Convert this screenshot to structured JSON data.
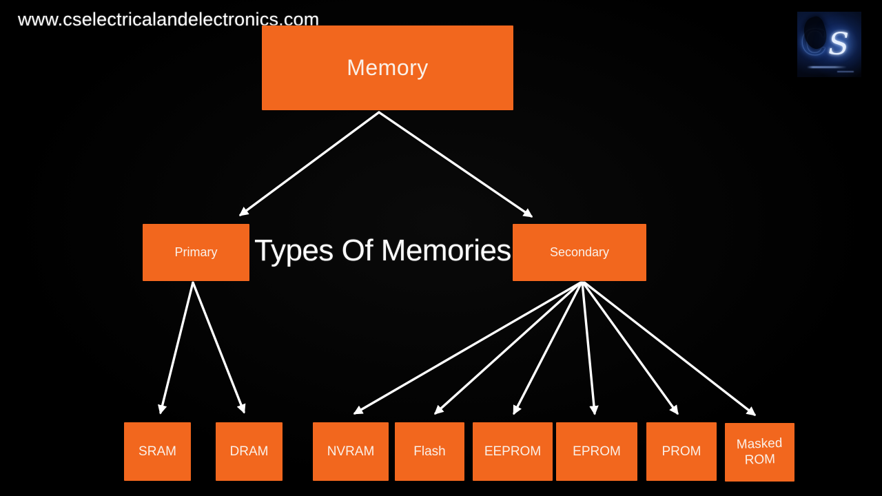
{
  "page": {
    "website_url": "www.cselectricalandelectronics.com",
    "title": "Types Of Memories",
    "background_color": "#000000"
  },
  "logo": {
    "letter_c": "C",
    "letter_s": "S"
  },
  "colors": {
    "node_fill": "#F2671E",
    "node_text": "#FAF0E8",
    "arrow": "#FFFFFF",
    "url_text": "#FDFDFD",
    "logo_glow": "#3F74D8"
  },
  "diagram": {
    "root": {
      "label": "Memory"
    },
    "children": [
      {
        "label": "Primary"
      },
      {
        "label": "Secondary"
      }
    ],
    "leaves": [
      {
        "label": "SRAM"
      },
      {
        "label": "DRAM"
      },
      {
        "label": "NVRAM"
      },
      {
        "label": "Flash"
      },
      {
        "label": "EEPROM"
      },
      {
        "label": "EPROM"
      },
      {
        "label": "PROM"
      },
      {
        "label": "Masked ROM"
      }
    ]
  }
}
